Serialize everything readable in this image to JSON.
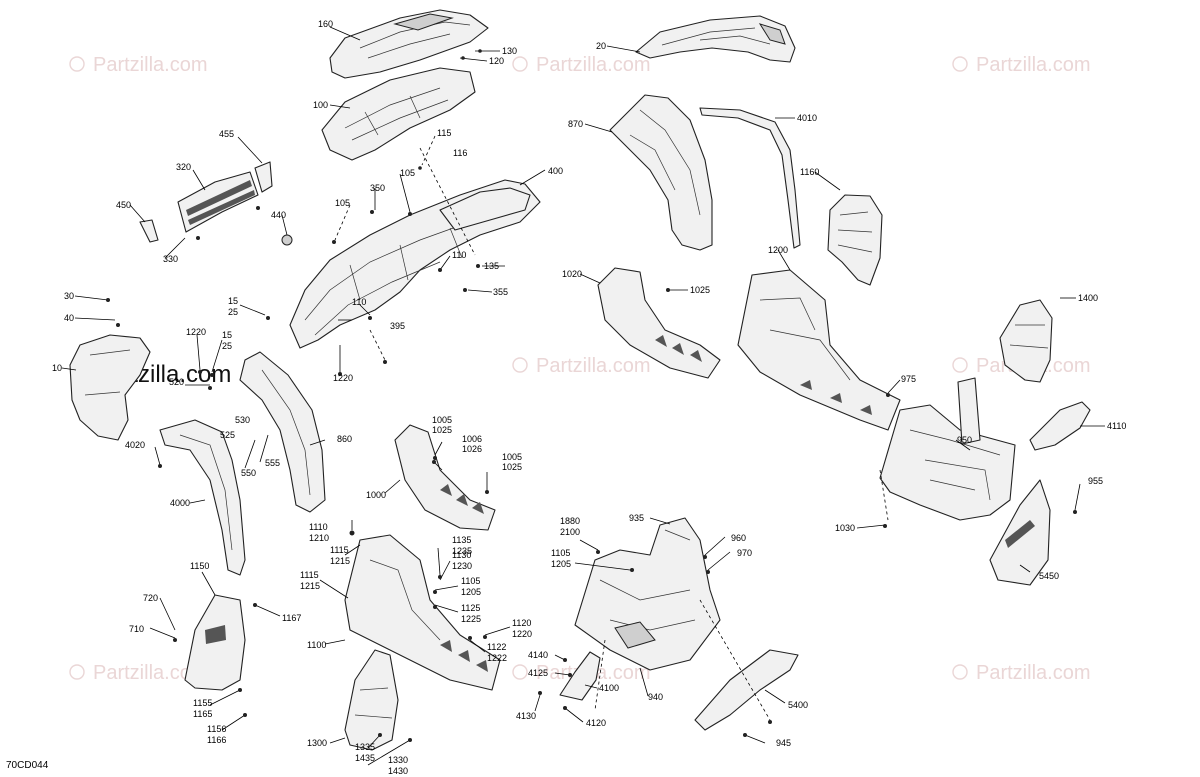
{
  "diagram_code": "70CD044",
  "watermark": {
    "text": "Partzilla.com",
    "mark": "©"
  },
  "callouts": {
    "c160": "160",
    "c130": "130",
    "c120": "120",
    "c20": "20",
    "c100": "100",
    "c870": "870",
    "c4010": "4010",
    "c455": "455",
    "c115": "115",
    "c116": "116",
    "c320": "320",
    "c105a": "105",
    "c350": "350",
    "c400": "400",
    "c1160": "1160",
    "c105b": "105",
    "c440": "440",
    "c450": "450",
    "c330": "330",
    "c110a": "110",
    "c135": "135",
    "c1200": "1200",
    "c1020": "1020",
    "c1025": "1025",
    "c355": "355",
    "c1400": "1400",
    "c30": "30",
    "c40": "40",
    "c15a": "15",
    "c25a": "25",
    "c110b": "110",
    "c395": "395",
    "c1220a": "1220",
    "c15b": "15",
    "c25b": "25",
    "c1220b": "1220",
    "c10": "10",
    "c975": "975",
    "c520": "520",
    "c530": "530",
    "c525": "525",
    "c4110": "4110",
    "c950": "950",
    "c1005a": "1005",
    "c1025a": "1025",
    "c1006": "1006",
    "c1026": "1026",
    "c860": "860",
    "c4020": "4020",
    "c550": "550",
    "c555": "555",
    "c1005b": "1005",
    "c1025b": "1025",
    "c1000": "1000",
    "c955": "955",
    "c4000": "4000",
    "c1030": "1030",
    "c1110": "1110",
    "c1210": "1210",
    "c935": "935",
    "c1880": "1880",
    "c2100": "2100",
    "c1135": "1135",
    "c1235": "1235",
    "c1115a": "1115",
    "c1215a": "1215",
    "c1130": "1130",
    "c1230": "1230",
    "c960": "960",
    "c970": "970",
    "c1105a": "1105",
    "c1205a": "1205",
    "c1150": "1150",
    "c1115b": "1115",
    "c1215b": "1215",
    "c1105b": "1105",
    "c1205b": "1205",
    "c5450": "5450",
    "c720": "720",
    "c1167": "1167",
    "c1125": "1125",
    "c1225": "1225",
    "c710": "710",
    "c1120": "1120",
    "c1220c": "1220",
    "c1100": "1100",
    "c1122": "1122",
    "c1222": "1222",
    "c4140": "4140",
    "c4125": "4125",
    "c4100": "4100",
    "c940": "940",
    "c5400": "5400",
    "c4130": "4130",
    "c4120": "4120",
    "c1155": "1155",
    "c1165": "1165",
    "c1156": "1156",
    "c1166": "1166",
    "c1300": "1300",
    "c945": "945",
    "c1335": "1335",
    "c1435": "1435",
    "c1330": "1330",
    "c1430": "1430"
  }
}
